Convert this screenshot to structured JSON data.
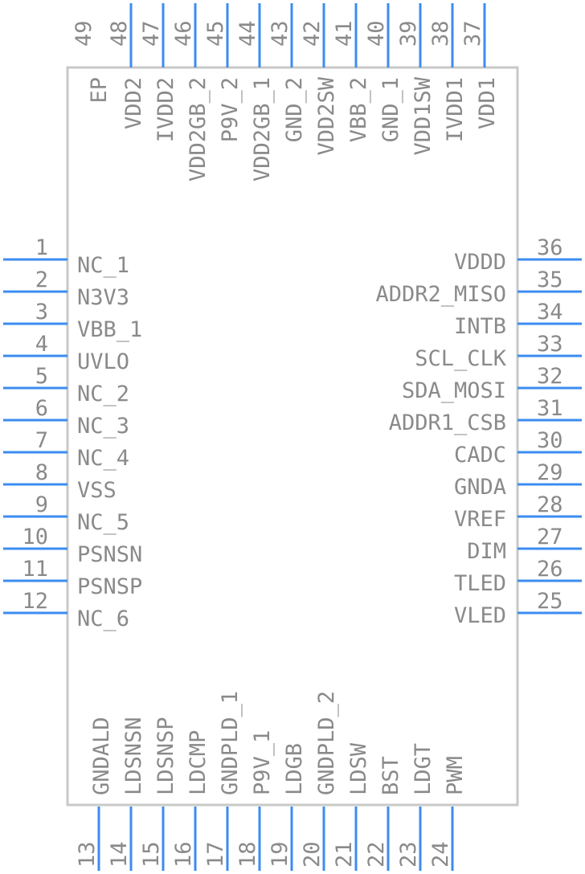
{
  "body_color": "#c8c8c8",
  "pin_color": "#3c8cf0",
  "text_color": "#8a8a8a",
  "left_pins": [
    {
      "num": "1",
      "label": "NC_1"
    },
    {
      "num": "2",
      "label": "N3V3"
    },
    {
      "num": "3",
      "label": "VBB_1"
    },
    {
      "num": "4",
      "label": "UVLO"
    },
    {
      "num": "5",
      "label": "NC_2"
    },
    {
      "num": "6",
      "label": "NC_3"
    },
    {
      "num": "7",
      "label": "NC_4"
    },
    {
      "num": "8",
      "label": "VSS"
    },
    {
      "num": "9",
      "label": "NC_5"
    },
    {
      "num": "10",
      "label": "PSNSN"
    },
    {
      "num": "11",
      "label": "PSNSP"
    },
    {
      "num": "12",
      "label": "NC_6"
    }
  ],
  "bottom_pins": [
    {
      "num": "13",
      "label": "GNDALD"
    },
    {
      "num": "14",
      "label": "LDSNSN"
    },
    {
      "num": "15",
      "label": "LDSNSP"
    },
    {
      "num": "16",
      "label": "LDCMP"
    },
    {
      "num": "17",
      "label": "GNDPLD_1"
    },
    {
      "num": "18",
      "label": "P9V_1"
    },
    {
      "num": "19",
      "label": "LDGB"
    },
    {
      "num": "20",
      "label": "GNDPLD_2"
    },
    {
      "num": "21",
      "label": "LDSW"
    },
    {
      "num": "22",
      "label": "BST"
    },
    {
      "num": "23",
      "label": "LDGT"
    },
    {
      "num": "24",
      "label": "PWM"
    }
  ],
  "right_pins": [
    {
      "num": "25",
      "label": "VLED"
    },
    {
      "num": "26",
      "label": "TLED"
    },
    {
      "num": "27",
      "label": "DIM"
    },
    {
      "num": "28",
      "label": "VREF"
    },
    {
      "num": "29",
      "label": "GNDA"
    },
    {
      "num": "30",
      "label": "CADC"
    },
    {
      "num": "31",
      "label": "ADDR1_CSB"
    },
    {
      "num": "32",
      "label": "SDA_MOSI"
    },
    {
      "num": "33",
      "label": "SCL_CLK"
    },
    {
      "num": "34",
      "label": "INTB"
    },
    {
      "num": "35",
      "label": "ADDR2_MISO"
    },
    {
      "num": "36",
      "label": "VDDD"
    }
  ],
  "top_pins": [
    {
      "num": "37",
      "label": "VDD1"
    },
    {
      "num": "38",
      "label": "IVDD1"
    },
    {
      "num": "39",
      "label": "VDD1SW"
    },
    {
      "num": "40",
      "label": "GND_1"
    },
    {
      "num": "41",
      "label": "VBB_2"
    },
    {
      "num": "42",
      "label": "VDD2SW"
    },
    {
      "num": "43",
      "label": "GND_2"
    },
    {
      "num": "44",
      "label": "VDD2GB_1"
    },
    {
      "num": "45",
      "label": "P9V_2"
    },
    {
      "num": "46",
      "label": "VDD2GB_2"
    },
    {
      "num": "47",
      "label": "IVDD2"
    },
    {
      "num": "48",
      "label": "VDD2"
    },
    {
      "num": "49",
      "label": "EP"
    }
  ]
}
